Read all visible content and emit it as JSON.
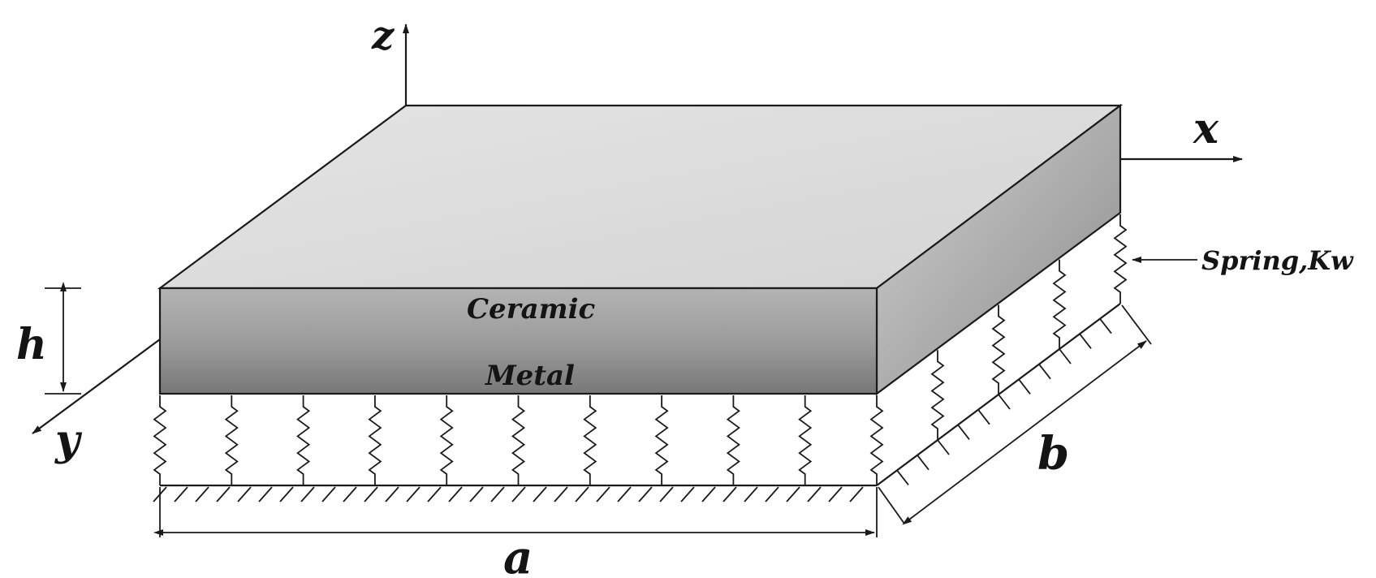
{
  "labels": {
    "z_axis": "z",
    "x_axis": "x",
    "y_axis": "y",
    "thickness": "h",
    "length": "a",
    "width": "b",
    "top_layer": "Ceramic",
    "bottom_layer": "Metal",
    "spring": "Spring,Kw"
  },
  "colors": {
    "top_face": "#dedede",
    "side_face_light": "#cfcfcf",
    "side_face_dark": "#8f8f8f",
    "front_face_top": "#a9a9a9",
    "front_face_bottom": "#7d7d7d",
    "ink": "#1a1a1a"
  }
}
